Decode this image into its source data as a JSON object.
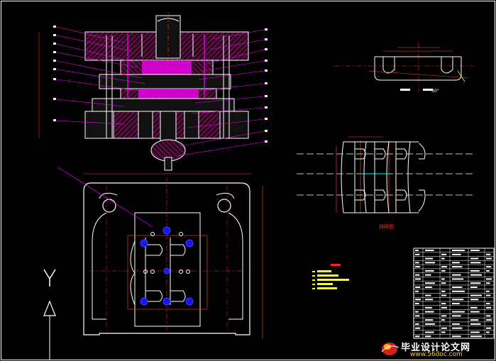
{
  "drawing": {
    "background": "#000000",
    "colors": {
      "outline": "#ffffff",
      "hatch": "#c8148c",
      "magenta": "#ff00ff",
      "center_line": "#ff2020",
      "dim": "#ff4040",
      "blue_mark": "#1414ff",
      "yellow_text": "#ffff00",
      "cyan": "#00ffff"
    }
  },
  "labels": {
    "strip_layout_caption": "排样图",
    "small_view_tag": "30°"
  },
  "axis": {
    "y_label": "Y"
  },
  "watermark": {
    "text_cn": "毕业设计论文网",
    "url": "www.56doc.com"
  }
}
